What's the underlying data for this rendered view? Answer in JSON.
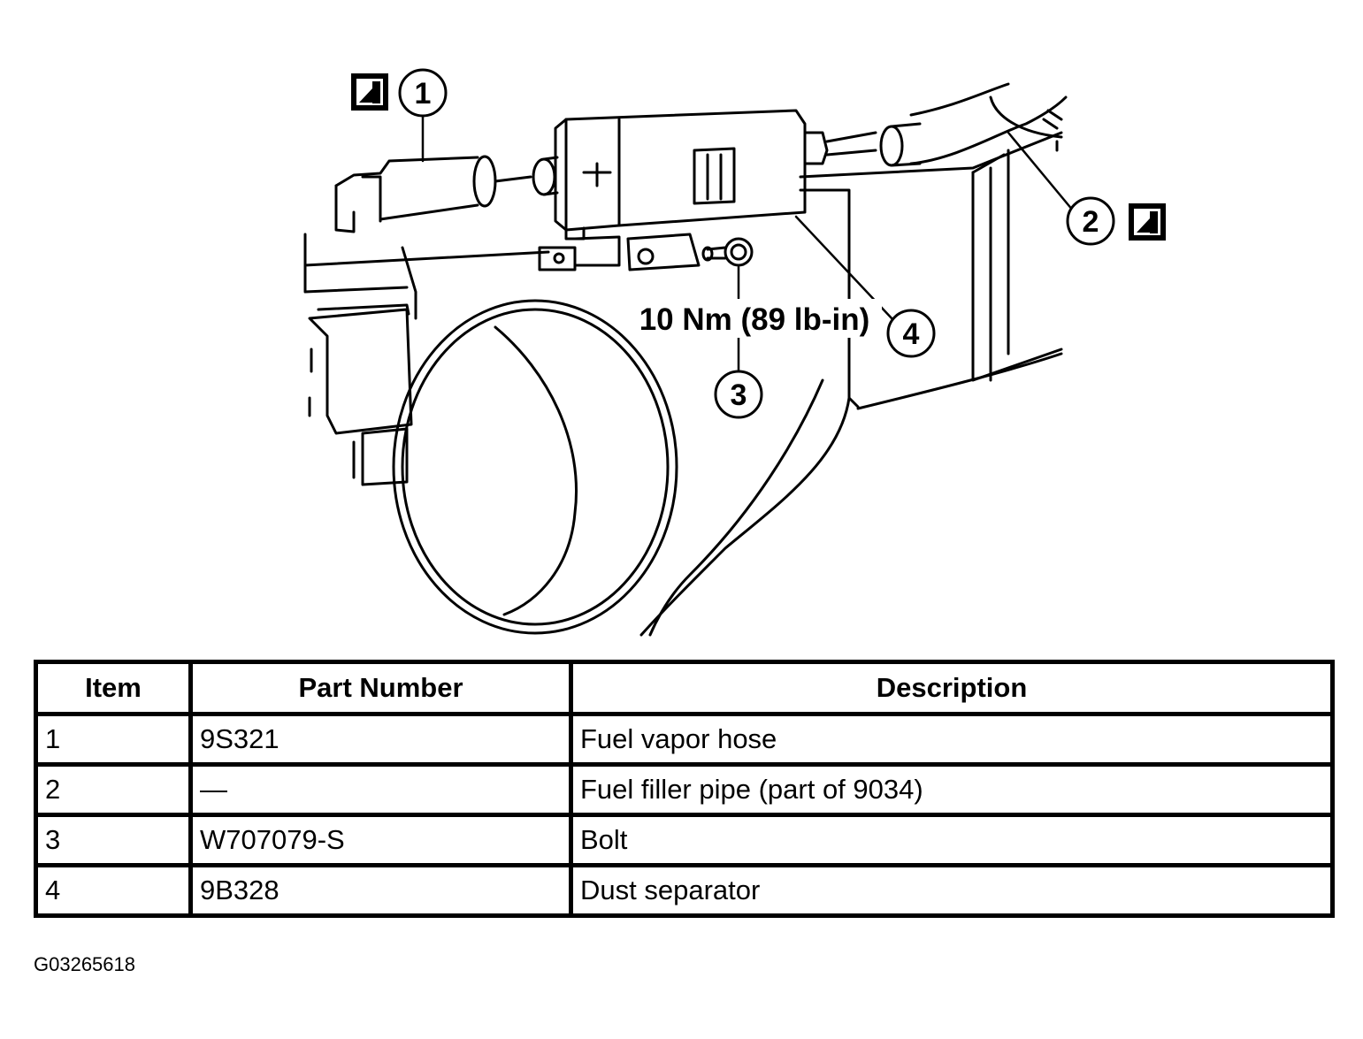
{
  "diagram": {
    "callouts": [
      "1",
      "2",
      "3",
      "4"
    ],
    "torque_spec": "10 Nm (89 lb-in)",
    "icons": [
      "single-use-part-icon",
      "single-use-part-icon"
    ]
  },
  "table": {
    "headers": {
      "item": "Item",
      "part_number": "Part Number",
      "description": "Description"
    },
    "rows": [
      {
        "item": "1",
        "part_number": "9S321",
        "description": "Fuel vapor hose"
      },
      {
        "item": "2",
        "part_number": "—",
        "description": "Fuel filler pipe (part of 9034)"
      },
      {
        "item": "3",
        "part_number": "W707079-S",
        "description": "Bolt"
      },
      {
        "item": "4",
        "part_number": "9B328",
        "description": "Dust separator"
      }
    ]
  },
  "figure_id": "G03265618"
}
